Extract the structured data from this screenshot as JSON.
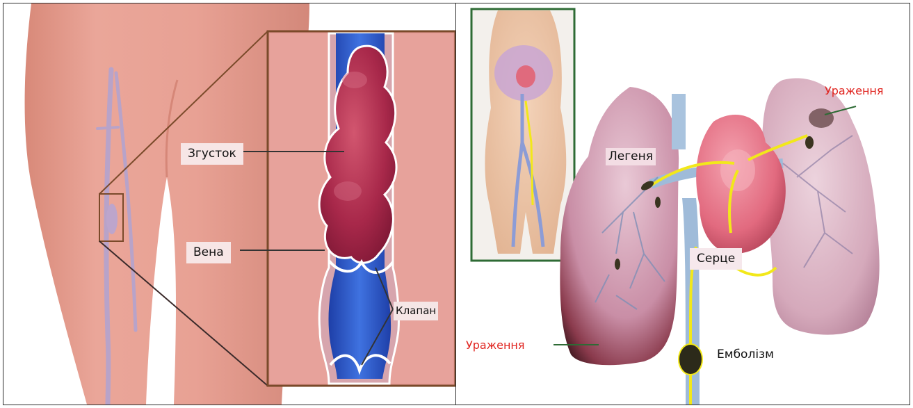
{
  "left_panel": {
    "labels": {
      "clot": "Згусток",
      "vein": "Вена",
      "valve": "Клапан"
    }
  },
  "right_panel": {
    "labels": {
      "lesion_top": "Ураження",
      "lung": "Легеня",
      "heart": "Серце",
      "lesion_bottom": "Ураження",
      "embolism": "Емболізм"
    }
  },
  "colors": {
    "skin": "#e9a196",
    "zoom_bg": "#e49a93",
    "vein_blue": "#2f5fd0",
    "clot": "#b02f52",
    "lung": "#d8b3c3",
    "heart": "#e76f82",
    "flow_arrow": "#f2e81a",
    "lesion_text": "#e0241f"
  }
}
